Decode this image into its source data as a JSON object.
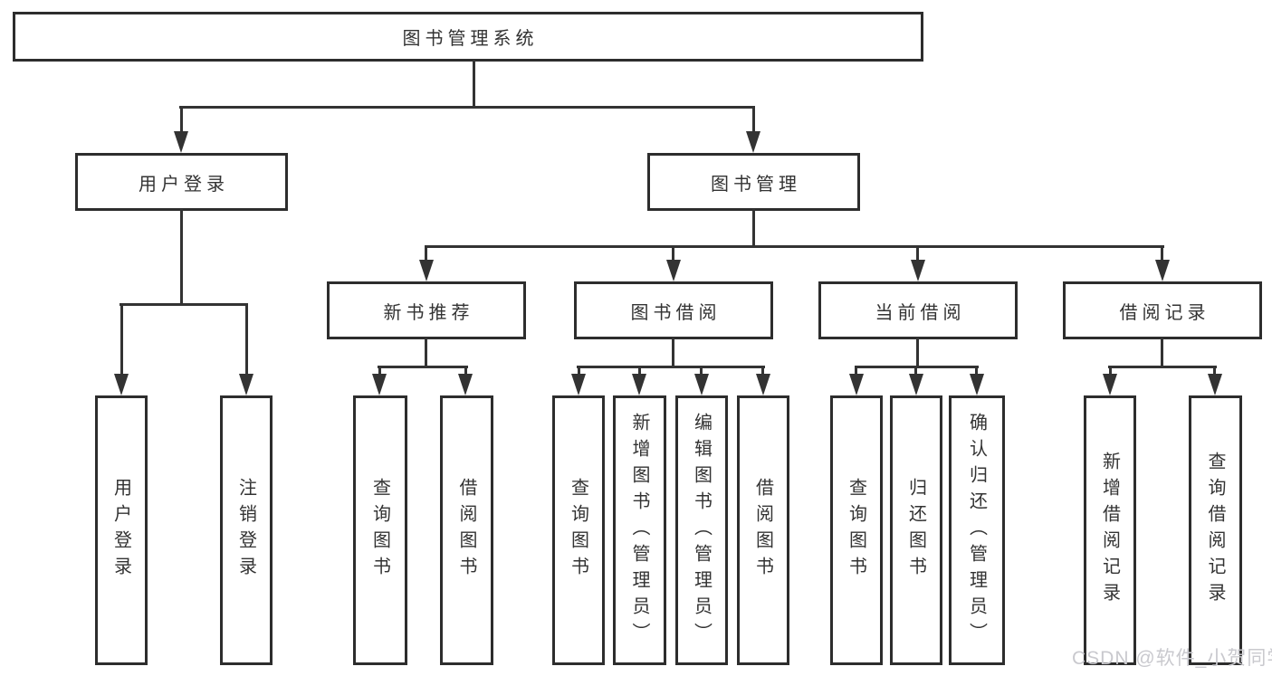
{
  "colors": {
    "line": "#333333",
    "box_border": "#2d2d2d",
    "text": "#333333",
    "watermark": "#c9c9ce",
    "background": "#ffffff"
  },
  "watermark": {
    "text": "CSDN @软件_小贺同学"
  },
  "tree": {
    "root": {
      "label": "图书管理系统"
    },
    "branches": [
      {
        "label": "用户登录",
        "children": [
          "用户登录",
          "注销登录"
        ]
      },
      {
        "label": "图书管理",
        "children": [
          {
            "label": "新书推荐",
            "children": [
              "查询图书",
              "借阅图书"
            ]
          },
          {
            "label": "图书借阅",
            "children": [
              "查询图书",
              "新增图书（管理员）",
              "编辑图书（管理员）",
              "借阅图书"
            ]
          },
          {
            "label": "当前借阅",
            "children": [
              "查询图书",
              "归还图书",
              "确认归还（管理员）"
            ]
          },
          {
            "label": "借阅记录",
            "children": [
              "新增借阅记录",
              "查询借阅记录"
            ]
          }
        ]
      }
    ]
  }
}
